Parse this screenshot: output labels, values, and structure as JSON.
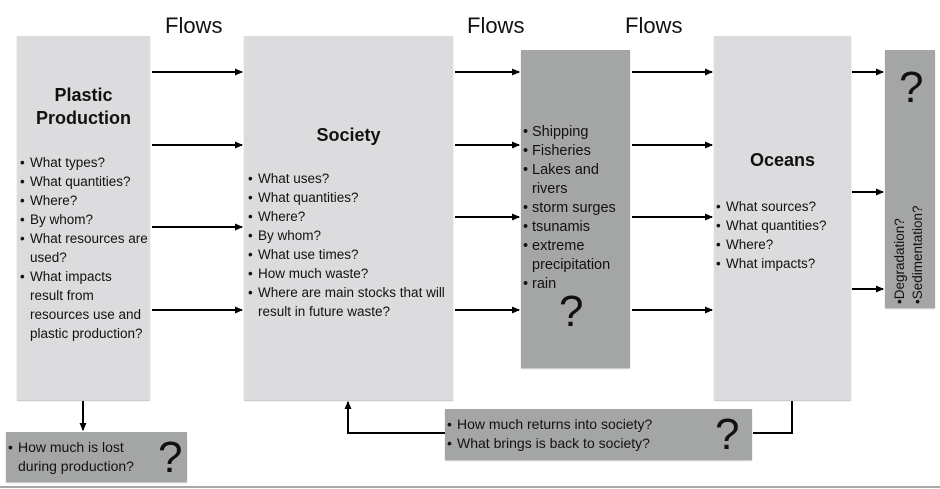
{
  "flow_labels": [
    "Flows",
    "Flows",
    "Flows"
  ],
  "production": {
    "title_line1": "Plastic",
    "title_line2": "Production",
    "items": [
      "What types?",
      "What quantities?",
      "Where?",
      "By whom?",
      "What resources are used?",
      "What impacts result from resources use and plastic production?"
    ]
  },
  "society": {
    "title": "Society",
    "items": [
      "What uses?",
      "What quantities?",
      "Where?",
      "By whom?",
      "What use times?",
      "How much waste?",
      "Where are main stocks that will result in future waste?"
    ]
  },
  "transport": {
    "items": [
      "Shipping",
      "Fisheries",
      "Lakes and rivers",
      "storm surges",
      "tsunamis",
      "extreme precipitation",
      "rain"
    ],
    "question": "?"
  },
  "oceans": {
    "title": "Oceans",
    "items": [
      "What sources?",
      "What quantities?",
      "Where?",
      "What impacts?"
    ]
  },
  "fate": {
    "question": "?",
    "items": [
      "Degradation?",
      "Sedimentation?"
    ]
  },
  "loss": {
    "item": "How much is lost during production?",
    "question": "?"
  },
  "return": {
    "items": [
      "How much returns into society?",
      "What brings is back to society?"
    ],
    "question": "?"
  },
  "colors": {
    "light_box": "#dcdcde",
    "dark_box": "#a4a6a5",
    "arrow": "#000000"
  }
}
